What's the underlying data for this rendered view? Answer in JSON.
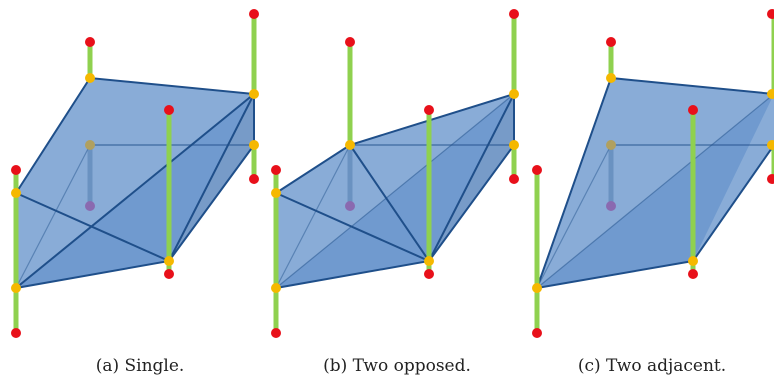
{
  "colors": {
    "face": "#5b8cc8",
    "edge": "#1f4f8a",
    "rod": "#8fd14f",
    "endpoint": "#e8101a",
    "vertex": "#f5b800",
    "center": "#8a6ab0"
  },
  "panels": [
    {
      "caption": "(a)  Single."
    },
    {
      "caption": "(b)  Two opposed."
    },
    {
      "caption": "(c)  Two adjacent."
    }
  ]
}
